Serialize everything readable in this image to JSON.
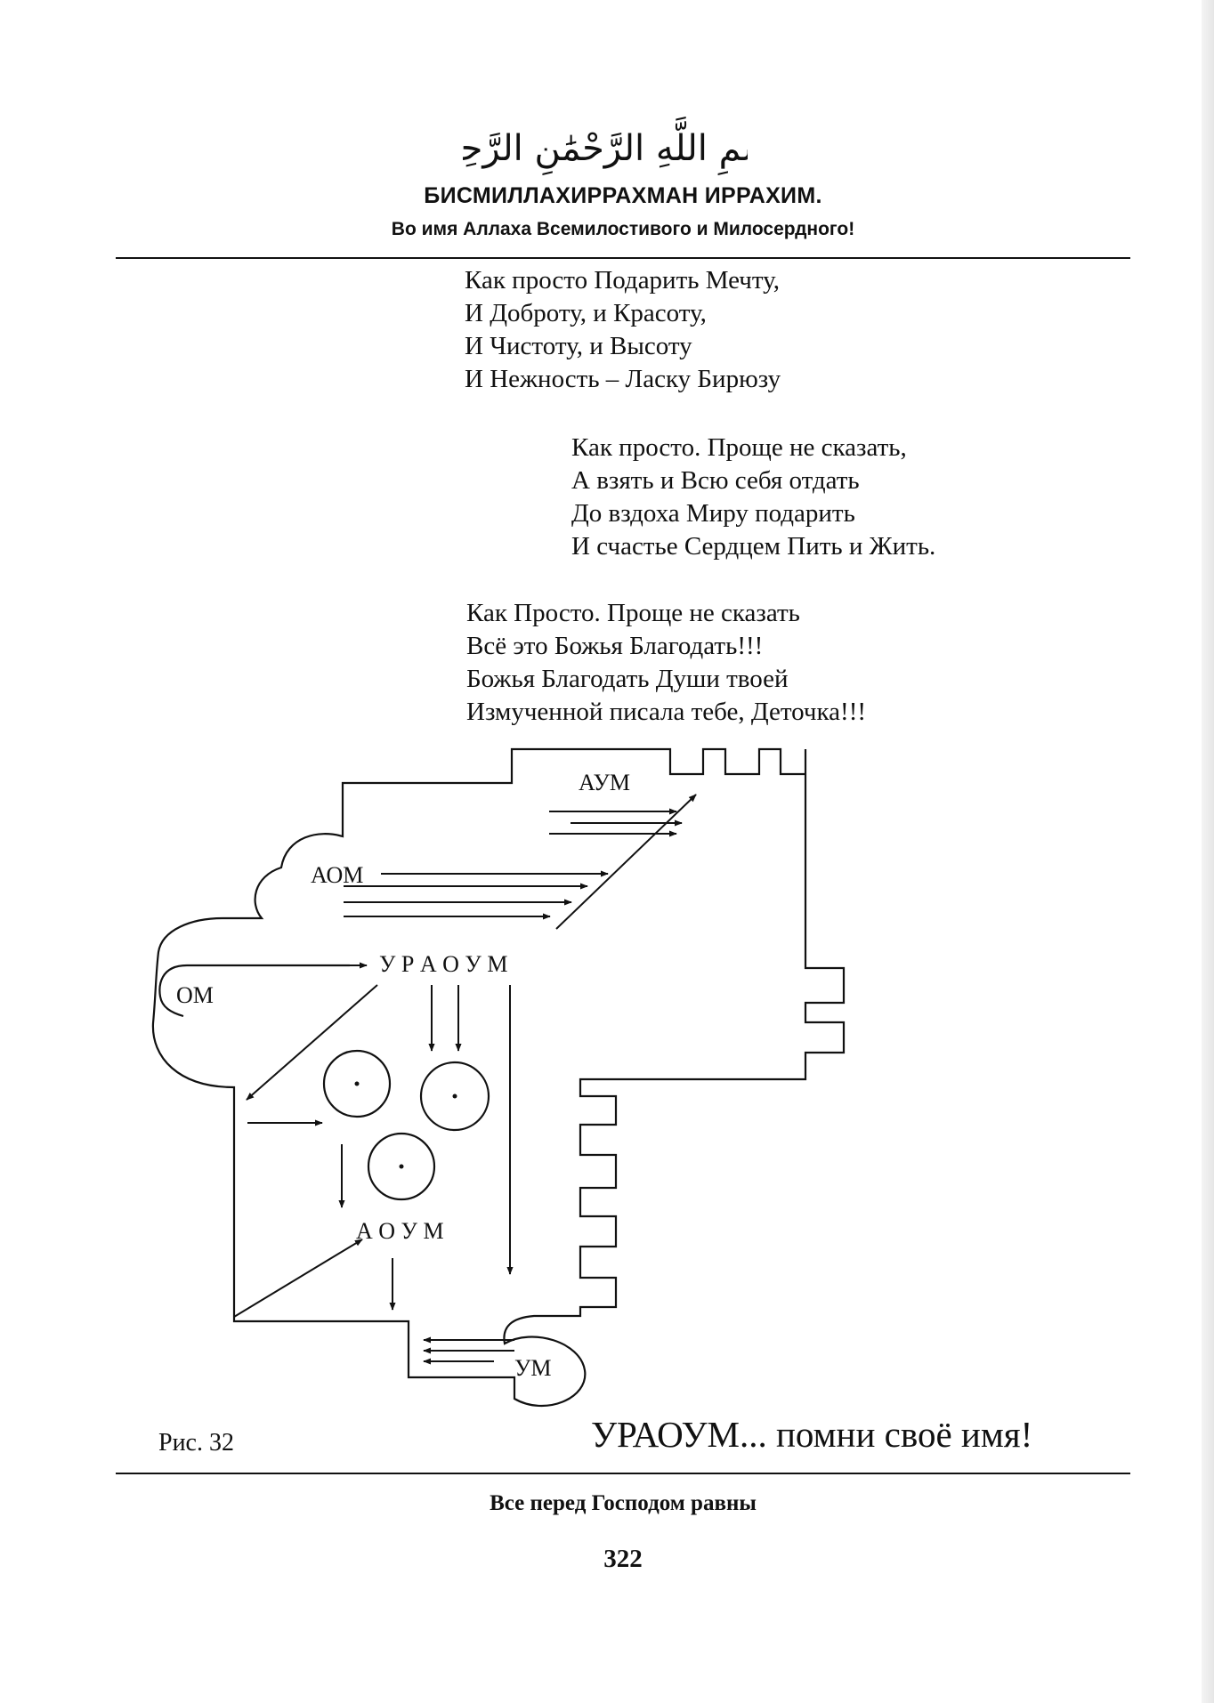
{
  "header": {
    "calligraphy": "بِسْمِ اللَّهِ الرَّحْمَٰنِ الرَّحِيمِ",
    "title": "БИСМИЛЛАХИРРАХМАН ИРРАХИМ.",
    "subtitle": "Во имя Аллаха Всемилостивого и Милосердного!"
  },
  "poem": {
    "stanza1": [
      "Как просто Подарить Мечту,",
      "И Доброту, и Красоту,",
      "И Чистоту, и Высоту",
      "И Нежность – Ласку Бирюзу"
    ],
    "stanza2": [
      "Как просто. Проще не сказать,",
      "А взять и Всю себя отдать",
      "До вздоха Миру подарить",
      "И счастье Сердцем Пить и Жить."
    ],
    "stanza3": [
      "Как Просто. Проще не сказать",
      "Всё это Божья Благодать!!!",
      "Божья Благодать Души твоей",
      "Измученной писала тебе, Деточка!!!"
    ]
  },
  "diagram": {
    "labels": {
      "aum": "АУМ",
      "aom": "АОМ",
      "uraoum": "У Р А О У М",
      "om": "ОМ",
      "aoum": "А О У М",
      "um": "УМ"
    },
    "figure_label": "Рис. 32",
    "caption": "УРАОУМ... помни своё имя!"
  },
  "footer": {
    "text": "Все перед Господом равны",
    "page_number": "322"
  }
}
